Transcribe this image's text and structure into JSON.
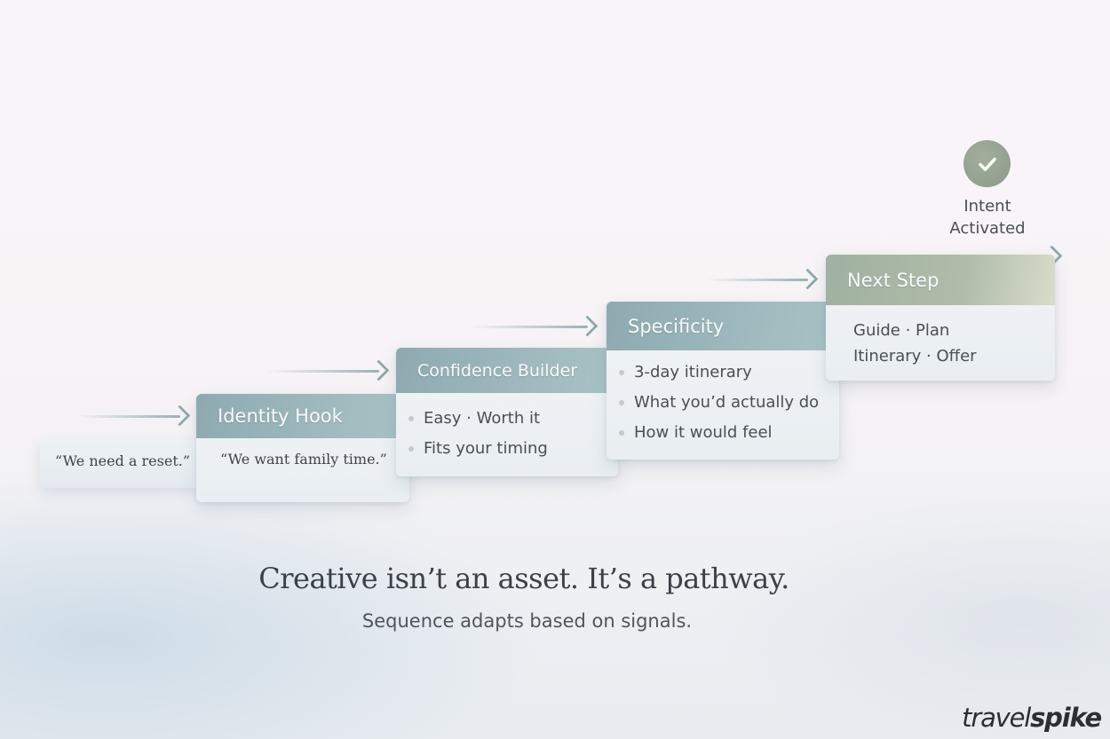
{
  "steps": [
    {
      "label": "Identity Hook",
      "items": [
        "“We want family time.”"
      ]
    },
    {
      "label": "Confidence Builder",
      "items": [
        "Easy · Worth it",
        "Fits your timing"
      ]
    },
    {
      "label": "Specificity",
      "items": [
        "3-day itinerary",
        "What you’d actually do",
        "How it would feel"
      ]
    },
    {
      "label": "Next Step",
      "items": [
        "Guide · Plan",
        "Itinerary · Offer"
      ]
    }
  ],
  "entry_quote": "“We need a reset.”",
  "goal": {
    "icon": "check-circle-icon",
    "line1": "Intent",
    "line2": "Activated"
  },
  "headline": "Creative isn’t an asset. It’s a pathway.",
  "subheadline": "Sequence adapts based on signals.",
  "logo": {
    "part1": "travel",
    "part2": "spike"
  },
  "colors": {
    "header": "#9bb5ba",
    "next_step_header": "#a4b3a2",
    "check": "#8f9c8c",
    "text": "#3c4148"
  }
}
